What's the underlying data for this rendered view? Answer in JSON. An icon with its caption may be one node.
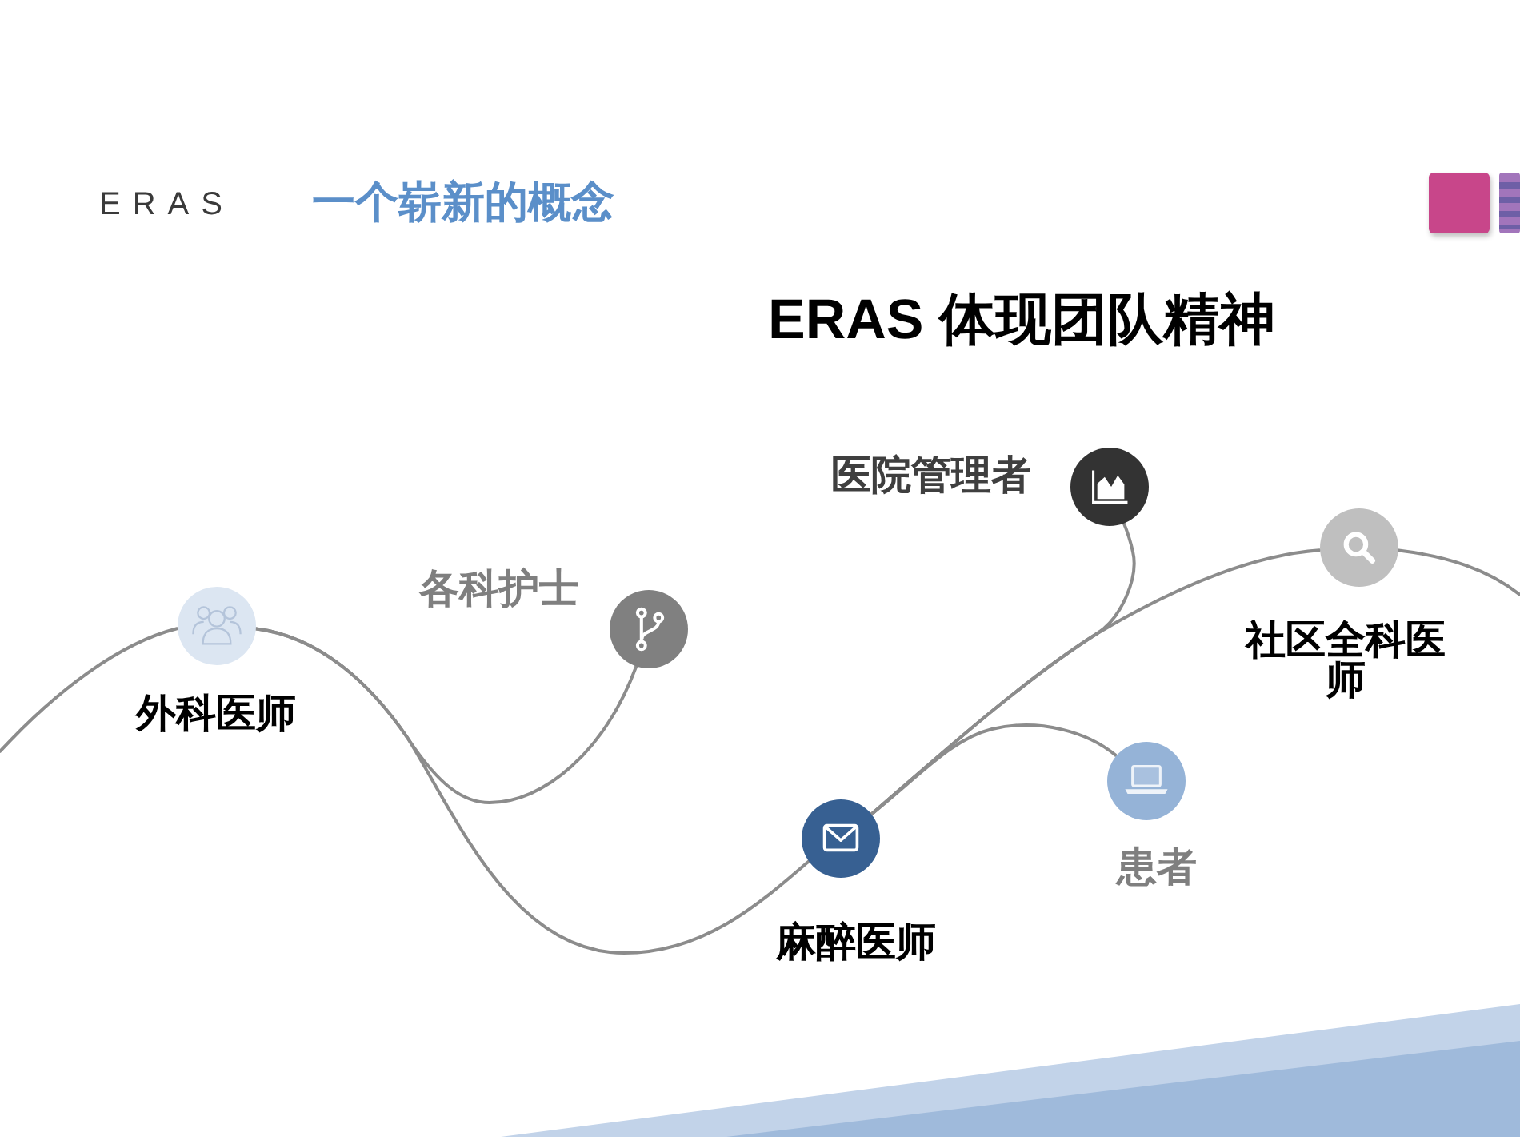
{
  "diagram": {
    "title": "ERAS 体现团队精神",
    "nodes": [
      {
        "text": [],
        "shape": "circle",
        "beside": [
          "外科医师"
        ]
      },
      {
        "text": [],
        "shape": "circle",
        "beside": [
          "各科护士"
        ]
      },
      {
        "text": [],
        "shape": "circle",
        "beside": [
          "麻醉医师"
        ]
      },
      {
        "text": [],
        "shape": "circle",
        "beside": [
          "医院管理者"
        ]
      },
      {
        "text": [],
        "shape": "circle",
        "beside": [
          "患者"
        ]
      },
      {
        "text": [],
        "shape": "circle",
        "beside": [
          "社区全科医师"
        ]
      }
    ],
    "edges": [
      {
        "from": null,
        "to": 0,
        "arrow": "none"
      },
      {
        "from": 0,
        "to": 1,
        "arrow": "none"
      },
      {
        "from": 0,
        "to": 2,
        "arrow": "none"
      },
      {
        "from": 2,
        "to": 3,
        "arrow": "none"
      },
      {
        "from": 2,
        "to": 4,
        "arrow": "none"
      },
      {
        "from": 2,
        "to": 5,
        "arrow": "none"
      },
      {
        "from": 5,
        "to": null,
        "arrow": "none"
      }
    ],
    "labels": [
      "ERAS",
      "一个崭新的概念"
    ]
  }
}
